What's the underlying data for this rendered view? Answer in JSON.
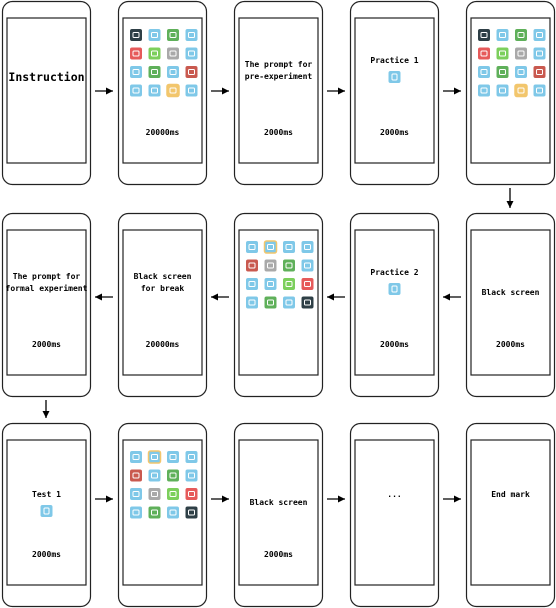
{
  "phones": [
    {
      "title": [
        "Instruction"
      ],
      "duration": "",
      "content": "text"
    },
    {
      "title": [],
      "duration": "20000ms",
      "content": "grid",
      "grid": "A"
    },
    {
      "title": [
        "The prompt for",
        "pre-experiment"
      ],
      "duration": "2000ms",
      "content": "text"
    },
    {
      "title": [
        "Practice 1"
      ],
      "duration": "2000ms",
      "content": "probe",
      "probe_icon": "flashlight-icon"
    },
    {
      "title": [],
      "duration": "",
      "content": "grid",
      "grid": "A"
    },
    {
      "title": [
        "The prompt for",
        "formal experiment"
      ],
      "duration": "2000ms",
      "content": "text"
    },
    {
      "title": [
        "Black screen",
        "for break"
      ],
      "duration": "20000ms",
      "content": "text"
    },
    {
      "title": [],
      "duration": "",
      "content": "grid",
      "grid": "B"
    },
    {
      "title": [
        "Practice 2"
      ],
      "duration": "2000ms",
      "content": "probe",
      "probe_icon": "flashlight-icon"
    },
    {
      "title": [
        "Black screen"
      ],
      "duration": "2000ms",
      "content": "text"
    },
    {
      "title": [
        "Test 1"
      ],
      "duration": "2000ms",
      "content": "probe",
      "probe_icon": "mail-icon"
    },
    {
      "title": [],
      "duration": "",
      "content": "grid",
      "grid": "C"
    },
    {
      "title": [
        "Black screen"
      ],
      "duration": "2000ms",
      "content": "text"
    },
    {
      "title": [
        "..."
      ],
      "duration": "",
      "content": "text"
    },
    {
      "title": [
        "End mark"
      ],
      "duration": "",
      "content": "text"
    }
  ],
  "grids": {
    "A": [
      [
        "film-icon",
        "mail-icon",
        "puzzle-icon",
        "picture-icon"
      ],
      [
        "headphones-icon",
        "calculator-icon",
        "clock-icon",
        "calendar-icon"
      ],
      [
        "pin-icon",
        "floppy-icon",
        "time-icon",
        "radio-icon"
      ],
      [
        "camera-icon",
        "printer-icon",
        "letter-icon",
        "chat-icon"
      ]
    ],
    "B": [
      [
        "flashlight-icon",
        "picture-icon",
        "inbox-icon",
        "gallery-icon"
      ],
      [
        "radio-icon",
        "clock-icon",
        "floppy-icon",
        "phone-icon"
      ],
      [
        "monitor-icon",
        "compass-icon",
        "calculator-icon",
        "headphones-icon"
      ],
      [
        "calendar-icon",
        "puzzle-icon",
        "chat-icon",
        "film-icon"
      ]
    ],
    "C": [
      [
        "flashlight-icon",
        "picture-icon",
        "inbox-icon",
        "gallery-icon"
      ],
      [
        "radio-icon",
        "compass-icon",
        "floppy-icon",
        "phone-icon"
      ],
      [
        "monitor-icon",
        "clock-icon",
        "calculator-icon",
        "headphones-icon"
      ],
      [
        "calendar-icon",
        "puzzle-icon",
        "chat-icon",
        "film-icon"
      ]
    ]
  },
  "icon_colors": {
    "film-icon": "#2e3f46",
    "mail-icon": "#7fc8e8",
    "puzzle-icon": "#5fb05a",
    "picture-icon": "#7fc8e8",
    "headphones-icon": "#e65a5a",
    "calculator-icon": "#7ccf5c",
    "clock-icon": "#a9a9a9",
    "calendar-icon": "#7fc8e8",
    "pin-icon": "#7fc8e8",
    "floppy-icon": "#5fb05a",
    "time-icon": "#7fc8e8",
    "radio-icon": "#c9594f",
    "camera-icon": "#7fc8e8",
    "printer-icon": "#7fc8e8",
    "letter-icon": "#f2c66d",
    "chat-icon": "#7fc8e8",
    "flashlight-icon": "#7fc8e8",
    "inbox-icon": "#7fc8e8",
    "gallery-icon": "#7fc8e8",
    "phone-icon": "#7fc8e8",
    "monitor-icon": "#7fc8e8",
    "compass-icon": "#7fc8e8"
  },
  "icon_border": "#f2c66d"
}
